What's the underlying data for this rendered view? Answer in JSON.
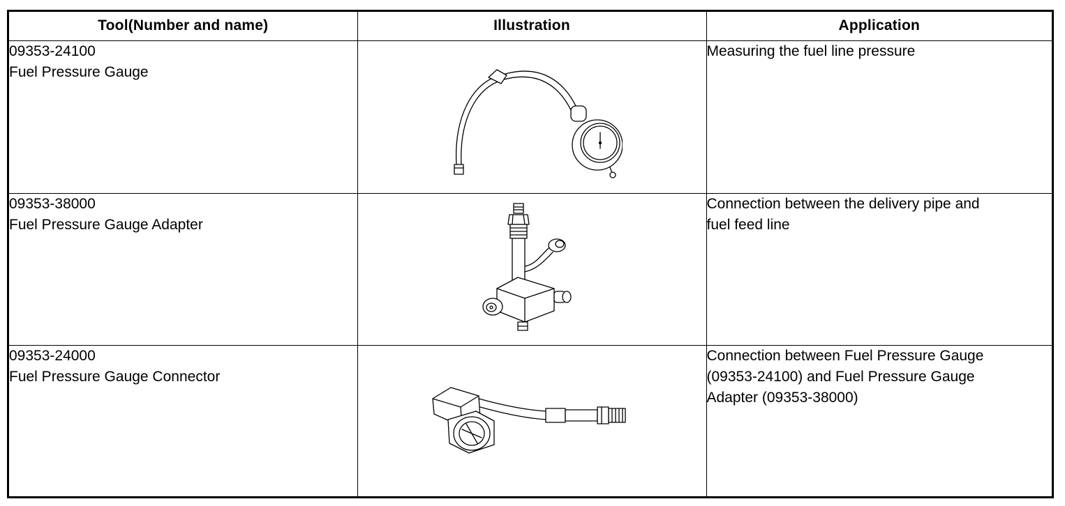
{
  "table": {
    "headers": {
      "tool": "Tool(Number and name)",
      "illustration": "Illustration",
      "application": "Application"
    },
    "rows": [
      {
        "number": "09353-24100",
        "name": "Fuel Pressure Gauge",
        "illustration_icon": "fuel-pressure-gauge-illustration",
        "application_lines": [
          "Measuring the fuel line pressure"
        ]
      },
      {
        "number": "09353-38000",
        "name": "Fuel Pressure Gauge Adapter",
        "illustration_icon": "fuel-pressure-gauge-adapter-illustration",
        "application_lines": [
          "Connection between the delivery pipe and",
          "fuel feed line"
        ]
      },
      {
        "number": "09353-24000",
        "name": "Fuel Pressure Gauge Connector",
        "illustration_icon": "fuel-pressure-gauge-connector-illustration",
        "application_lines": [
          "Connection between Fuel Pressure Gauge",
          "(09353-24100) and Fuel Pressure Gauge",
          "Adapter (09353-38000)"
        ]
      }
    ]
  }
}
